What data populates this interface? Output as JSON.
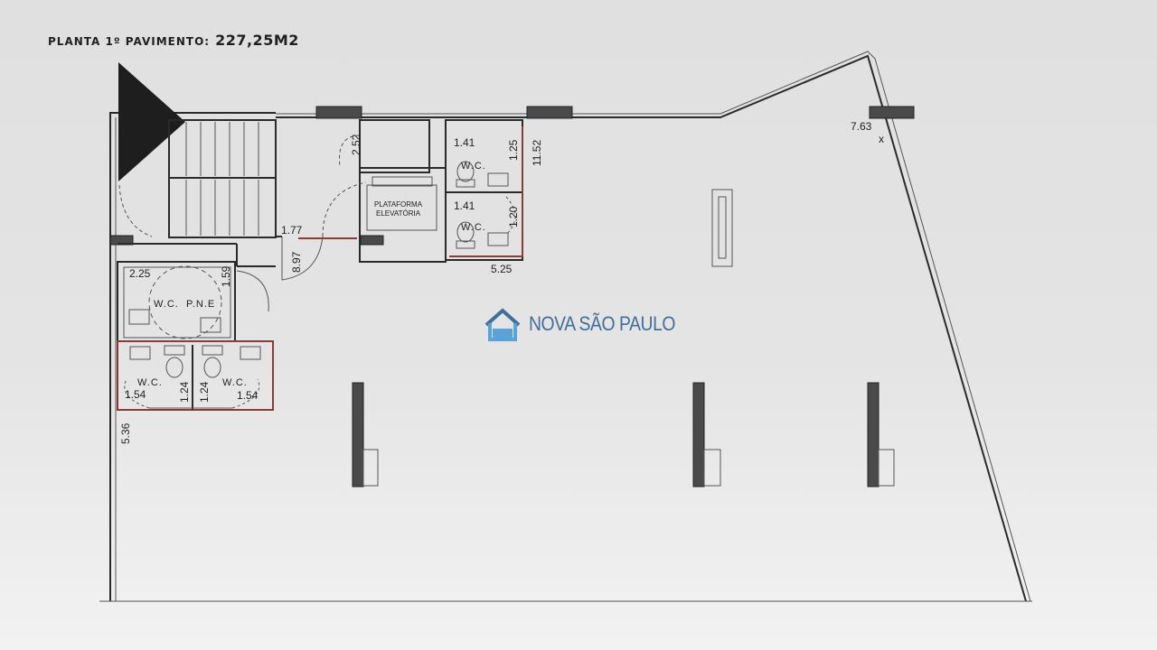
{
  "header": {
    "label": "PLANTA 1º PAVIMENTO:",
    "area": "227,25M2"
  },
  "logo": {
    "brand": "NOVA SÃO PAULO",
    "accent": "#5aa3d6",
    "brand_color": "#3f6f9b"
  },
  "rooms": {
    "wc": "W.C.",
    "wc_pne": "W.C.  P.N.E",
    "platform_line1": "PLATAFORMA",
    "platform_line2": "ELEVATÓRIA"
  },
  "dimensions": {
    "d_2_52": "2.52",
    "d_11_52": "11.52",
    "d_7_63": "7.63",
    "d_x": "x",
    "d_1_41_a": "1.41",
    "d_1_25": "1.25",
    "d_1_41_b": "1.41",
    "d_1_20": "1.20",
    "d_1_77": "1.77",
    "d_8_97": "8.97",
    "d_5_25": "5.25",
    "d_2_25": "2.25",
    "d_1_59": "1.59",
    "d_1_54_a": "1.54",
    "d_1_24_a": "1.24",
    "d_1_24_b": "1.24",
    "d_1_54_b": "1.54",
    "d_5_36": "5.36"
  }
}
